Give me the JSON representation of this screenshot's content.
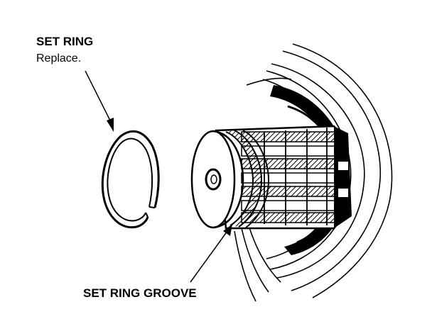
{
  "labels": {
    "set_ring": "SET RING",
    "set_ring_note": "Replace.",
    "set_ring_groove": "SET RING GROOVE"
  },
  "colors": {
    "ink": "#000000",
    "paper": "#ffffff"
  }
}
